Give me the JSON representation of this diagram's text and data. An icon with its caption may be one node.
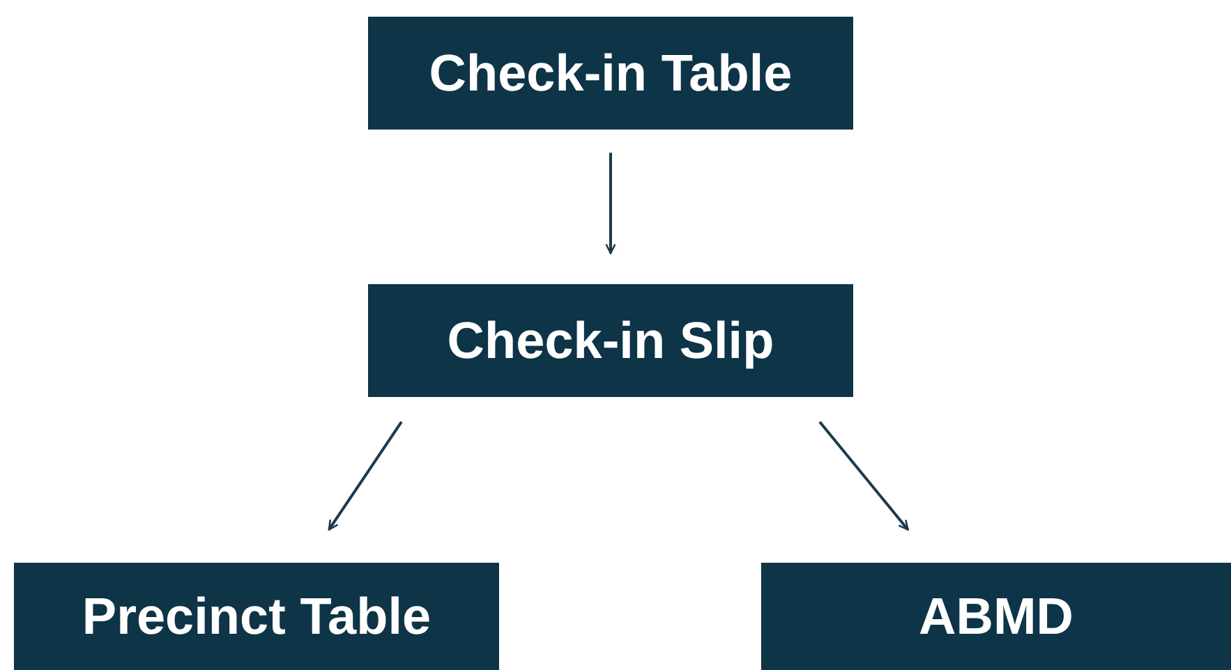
{
  "diagram": {
    "nodes": [
      {
        "text": [
          "Check-in Table"
        ]
      },
      {
        "text": [
          "Check-in Slip"
        ]
      },
      {
        "text": [
          "Precinct Table"
        ]
      },
      {
        "text": [
          "ABMD"
        ]
      }
    ],
    "edges": [
      {
        "from": 0,
        "to": 1,
        "arrow": "to"
      },
      {
        "from": 1,
        "to": 2,
        "arrow": "to"
      },
      {
        "from": 1,
        "to": 3,
        "arrow": "to"
      }
    ]
  }
}
